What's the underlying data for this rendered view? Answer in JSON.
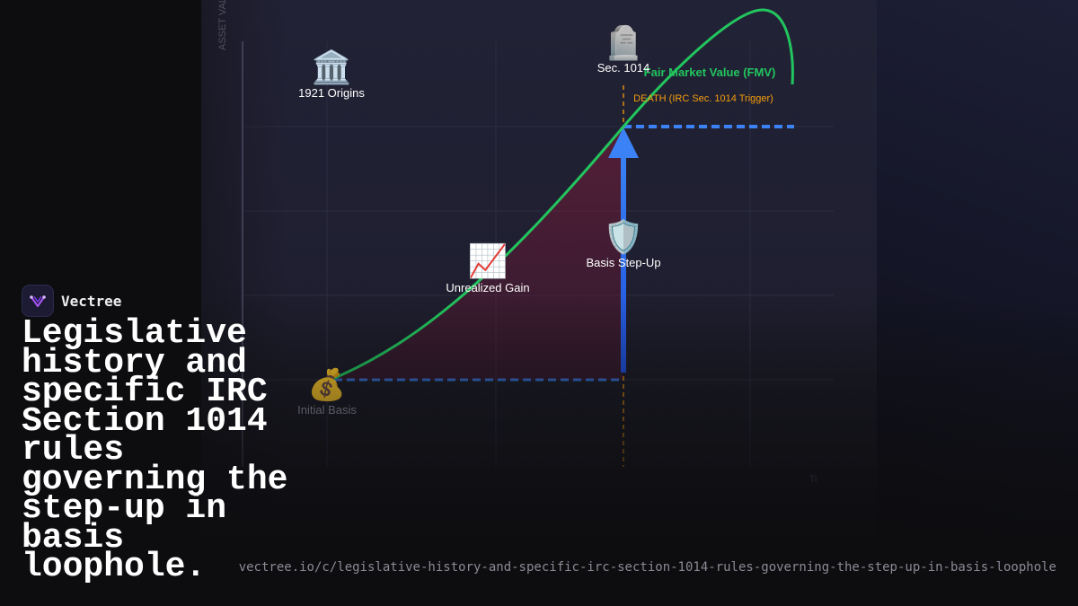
{
  "diagram": {
    "y_axis_label": "ASSET VAL",
    "nodes": {
      "origins": {
        "icon": "classical-building-icon",
        "glyph": "🏛️",
        "label": "1921 Origins"
      },
      "sec1014": {
        "icon": "headstone-icon",
        "glyph": "🪦",
        "label": "Sec. 1014"
      },
      "unrealized": {
        "icon": "chart-increasing-icon",
        "glyph": "📈",
        "label": "Unrealized Gain"
      },
      "stepup": {
        "icon": "shield-icon",
        "glyph": "🛡️",
        "label": "Basis Step-Up"
      },
      "initial": {
        "icon": "money-bag-icon",
        "glyph": "💰",
        "label": "Initial Basis"
      }
    },
    "fmv_label": "Fair Market Value (FMV)",
    "death_label": "DEATH (IRC Sec. 1014 Trigger)",
    "x_axis_end_label": "Ti",
    "colors": {
      "fmv_curve": "#22c55e",
      "basis_line": "#3b82f6",
      "death_marker": "#f59e0b",
      "gain_area": "#7f1d3a"
    }
  },
  "brand": {
    "name": "Vectree",
    "logo_icon": "vectree-logo-icon"
  },
  "headline": "Legislative history and specific IRC Section 1014 rules governing the step-up in basis loophole.",
  "url": "vectree.io/c/legislative-history-and-specific-irc-section-1014-rules-governing-the-step-up-in-basis-loophole"
}
